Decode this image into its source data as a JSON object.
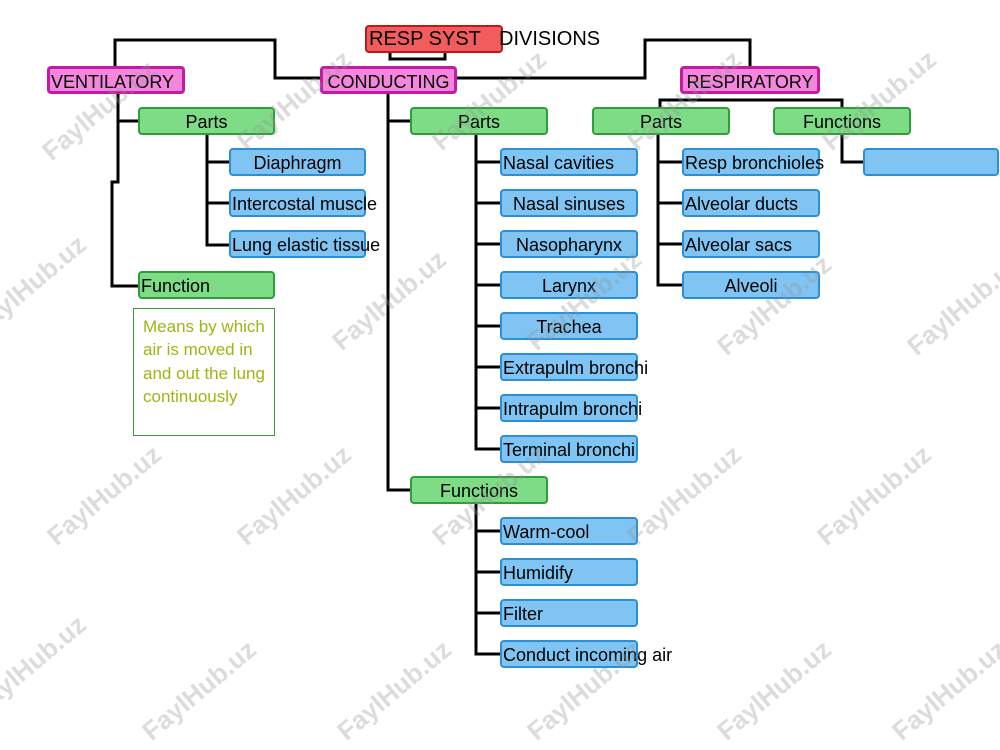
{
  "title": {
    "boxed": "RESP SYST",
    "rest": "DIVISIONS"
  },
  "ventilatory": {
    "label": "VENTILATORY",
    "parts_label": "Parts",
    "parts": [
      "Diaphragm",
      "Intercostal muscle",
      "Lung elastic tissue"
    ],
    "function_label": "Function",
    "function_text": "Means by which air is moved in and out the lung continuously"
  },
  "conducting": {
    "label": "CONDUCTING",
    "parts_label": "Parts",
    "parts": [
      "Nasal cavities",
      "Nasal sinuses",
      "Nasopharynx",
      "Larynx",
      "Trachea",
      "Extrapulm bronchi",
      "Intrapulm bronchi",
      "Terminal bronchi"
    ],
    "functions_label": "Functions",
    "functions": [
      "Warm-cool",
      "Humidify",
      "Filter",
      "Conduct incoming air"
    ]
  },
  "respiratory": {
    "label": "RESPIRATORY",
    "parts_label": "Parts",
    "parts": [
      "Resp bronchioles",
      "Alveolar ducts",
      "Alveolar sacs",
      "Alveoli"
    ],
    "functions_label": "Functions",
    "functions": [
      ""
    ]
  },
  "watermark": "FaylHub.uz",
  "colors": {
    "division": "#f486de",
    "title": "#f25c5c",
    "category": "#7edb86",
    "item": "#7fc4f2",
    "description_text": "#9ab814"
  }
}
